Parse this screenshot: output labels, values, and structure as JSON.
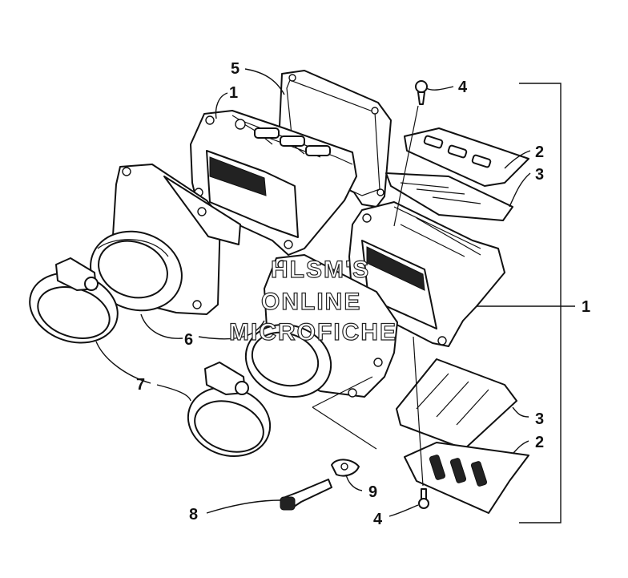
{
  "diagram": {
    "callouts": [
      {
        "id": "c5",
        "text": "5"
      },
      {
        "id": "c1-top",
        "text": "1"
      },
      {
        "id": "c4-top",
        "text": "4"
      },
      {
        "id": "c2-top",
        "text": "2"
      },
      {
        "id": "c3-top",
        "text": "3"
      },
      {
        "id": "c1-right",
        "text": "1"
      },
      {
        "id": "c6",
        "text": "6"
      },
      {
        "id": "c7",
        "text": "7"
      },
      {
        "id": "c3-bottom",
        "text": "3"
      },
      {
        "id": "c2-bottom",
        "text": "2"
      },
      {
        "id": "c9",
        "text": "9"
      },
      {
        "id": "c8",
        "text": "8"
      },
      {
        "id": "c4-bottom",
        "text": "4"
      }
    ],
    "watermark": [
      "HLSM'S",
      "ONLINE",
      "MICROFICHE"
    ]
  }
}
